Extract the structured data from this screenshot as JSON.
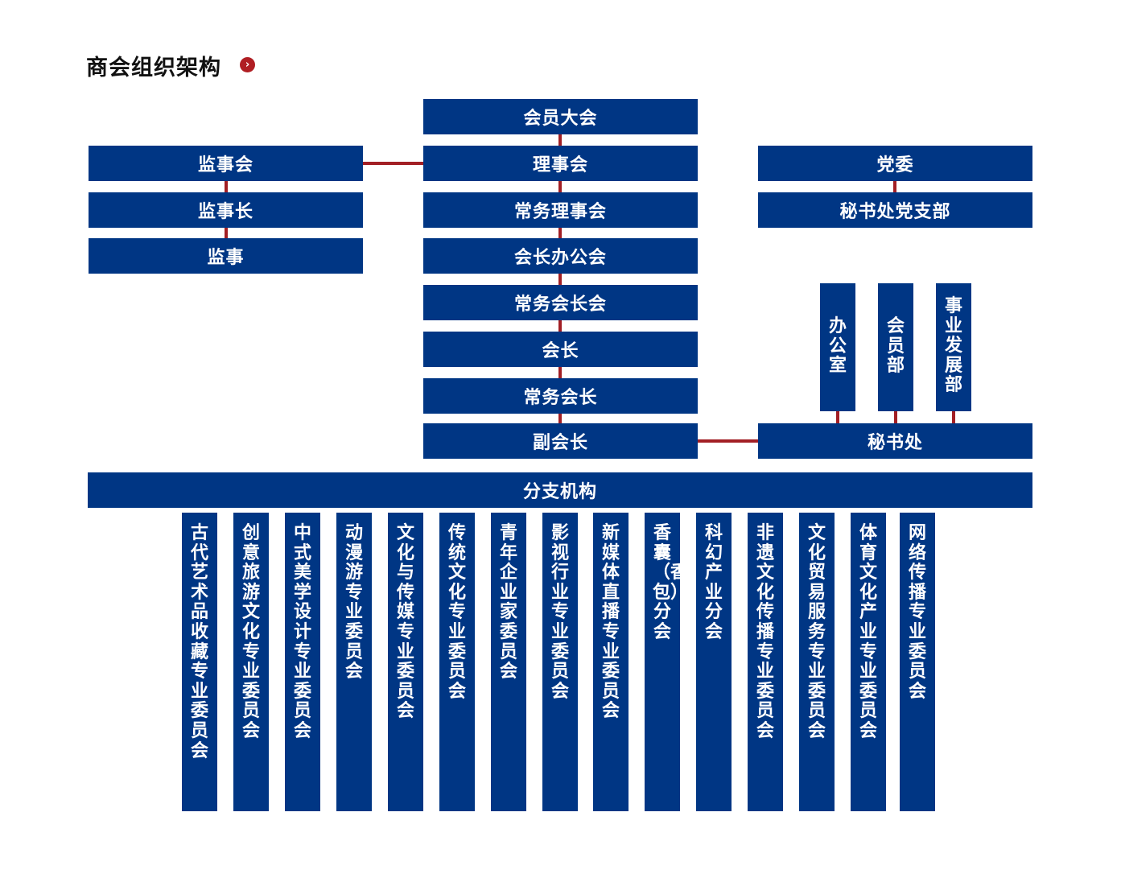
{
  "title": "商会组织架构",
  "title_icon": "chevron-right-icon",
  "colors": {
    "box": "#003684",
    "connector": "#a21f25",
    "accent": "#b01e23"
  },
  "center_chain": [
    "会员大会",
    "理事会",
    "常务理事会",
    "会长办公会",
    "常务会长会",
    "会长",
    "常务会长",
    "副会长"
  ],
  "supervision": [
    "监事会",
    "监事长",
    "监事"
  ],
  "party": [
    "党委",
    "秘书处党支部"
  ],
  "secretariat": {
    "label": "秘书处",
    "departments": [
      "办公室",
      "会员部",
      "事业发展部"
    ]
  },
  "branches": {
    "label": "分支机构",
    "items": [
      "古代艺术品收藏专业委员会",
      "创意旅游文化专业委员会",
      "中式美学设计专业委员会",
      "动漫游专业委员会",
      "文化与传媒专业委员会",
      "传统文化专业委员会",
      "青年企业家委员会",
      "影视行业专业委员会",
      "新媒体直播专业委员会",
      "香囊（香包）分会",
      "科幻产业分会",
      "非遗文化传播专业委员会",
      "文化贸易服务专业委员会",
      "体育文化产业专业委员会",
      "网络传播专业委员会"
    ]
  }
}
